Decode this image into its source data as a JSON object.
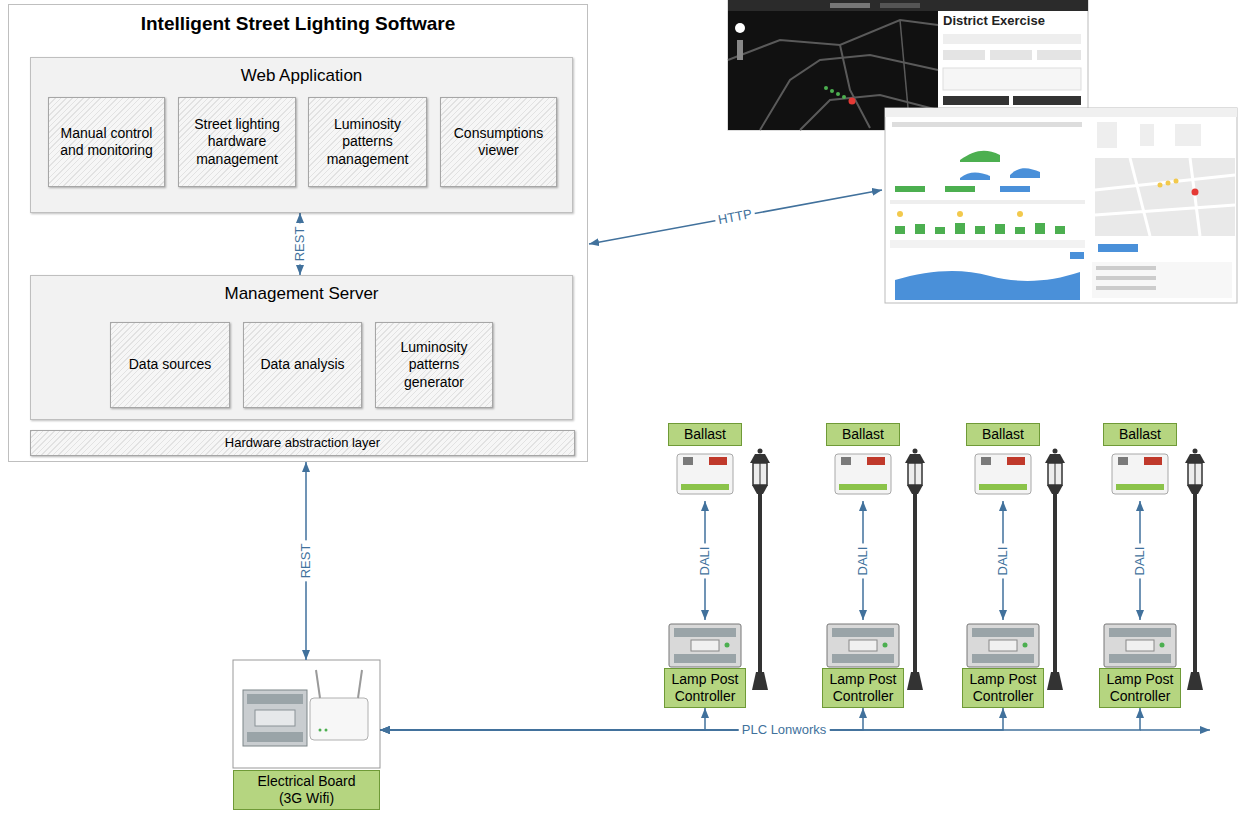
{
  "diagram": {
    "nodes": [
      {
        "text": [
          "Intelligent Street Lighting Software"
        ]
      },
      {
        "text": [
          "Web Application"
        ],
        "in": 0
      },
      {
        "text": [
          "Manual control and monitoring"
        ],
        "in": 1
      },
      {
        "text": [
          "Street lighting hardware management"
        ],
        "in": 1
      },
      {
        "text": [
          "Luminosity patterns management"
        ],
        "in": 1
      },
      {
        "text": [
          "Consumptions viewer"
        ],
        "in": 1
      },
      {
        "text": [
          "Management Server"
        ],
        "in": 0
      },
      {
        "text": [
          "Data sources"
        ],
        "in": 6
      },
      {
        "text": [
          "Data analysis"
        ],
        "in": 6
      },
      {
        "text": [
          "Luminosity patterns generator"
        ],
        "in": 6
      },
      {
        "text": [
          "Hardware abstraction layer"
        ],
        "in": 0
      },
      {
        "text": [
          "Ballast"
        ]
      },
      {
        "text": [
          "Ballast"
        ]
      },
      {
        "text": [
          "Ballast"
        ]
      },
      {
        "text": [
          "Ballast"
        ]
      },
      {
        "text": [
          "Lamp Post Controller"
        ]
      },
      {
        "text": [
          "Lamp Post Controller"
        ]
      },
      {
        "text": [
          "Lamp Post Controller"
        ]
      },
      {
        "text": [
          "Lamp Post Controller"
        ]
      },
      {
        "text": [
          "Electrical Board (3G Wifi)"
        ]
      }
    ],
    "edges": [
      {
        "from": 1,
        "to": 6,
        "label": "REST",
        "arrow": "both"
      },
      {
        "from": 0,
        "to": 19,
        "label": "REST",
        "arrow": "both"
      },
      {
        "from": 11,
        "to": 15,
        "label": "DALI",
        "arrow": "both"
      },
      {
        "from": 12,
        "to": 16,
        "label": "DALI",
        "arrow": "both"
      },
      {
        "from": 13,
        "to": 17,
        "label": "DALI",
        "arrow": "both"
      },
      {
        "from": 14,
        "to": 18,
        "label": "DALI",
        "arrow": "both"
      },
      {
        "from": 19,
        "to": 15,
        "arrow": "both"
      },
      {
        "from": 19,
        "to": 16,
        "label": "PLC Lonworks",
        "arrow": "both"
      },
      {
        "from": 19,
        "to": 17,
        "arrow": "both"
      },
      {
        "from": 19,
        "to": 18,
        "arrow": "both"
      }
    ],
    "labels": [
      "HTTP",
      "District Exercise"
    ]
  }
}
